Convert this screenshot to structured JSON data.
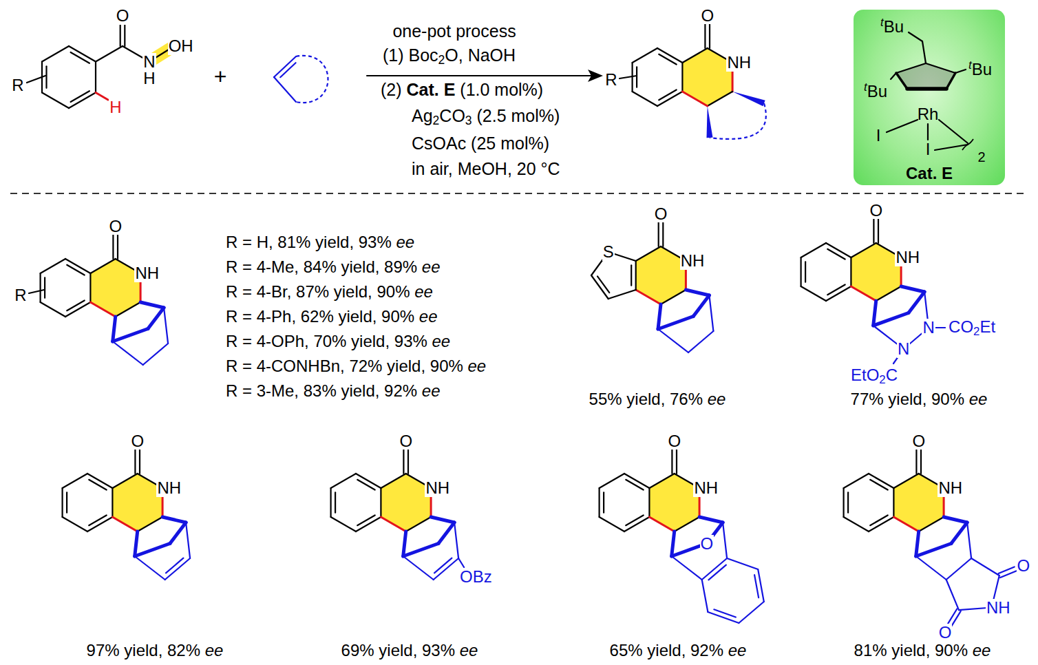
{
  "diagram": {
    "nodes": [
      {
        "text": [
          "tBu",
          "tBu",
          "tBu",
          "Rh",
          "I",
          "I",
          "2",
          "Cat. E"
        ]
      }
    ],
    "labels": [
      "O",
      "N",
      "OH",
      "H",
      "R",
      "H",
      "+",
      "one-pot process",
      "(1) Boc2O, NaOH",
      "(2) Cat. E (1.0 mol%)",
      "Ag2CO3 (2.5 mol%)",
      "CsOAc (25 mol%)",
      "in air, MeOH, 20 °C",
      "O",
      "NH",
      "R",
      "O",
      "NH",
      "R",
      "R = H, 81% yield, 93% ee",
      "R = 4-Me, 84% yield, 89% ee",
      "R = 4-Br, 87% yield, 90% ee",
      "R = 4-Ph, 62% yield, 90% ee",
      "R = 4-OPh, 70% yield, 93% ee",
      "R = 4-CONHBn, 72% yield, 90% ee",
      "R = 3-Me, 83% yield, 92% ee",
      "O",
      "S",
      "NH",
      "55% yield, 76% ee",
      "O",
      "NH",
      "N",
      "CO2Et",
      "N",
      "EtO2C",
      "77% yield, 90% ee",
      "O",
      "NH",
      "97% yield, 82% ee",
      "O",
      "NH",
      "OBz",
      "69% yield, 93% ee",
      "O",
      "NH",
      "O",
      "65% yield, 92% ee",
      "O",
      "NH",
      "O",
      "NH",
      "O",
      "81% yield, 90% ee"
    ]
  }
}
